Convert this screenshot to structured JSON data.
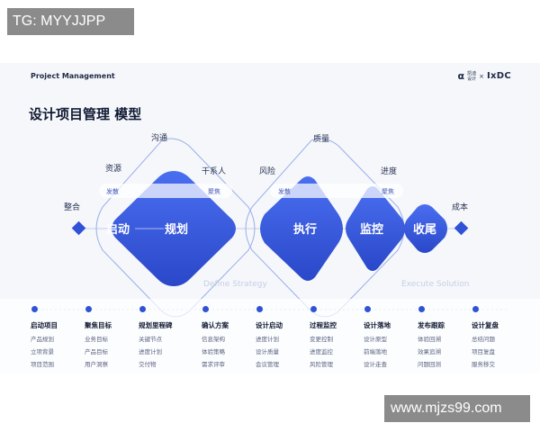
{
  "watermarks": {
    "top_left": "TG: MYYJJPP",
    "bottom_right": "www.mjzs99.com"
  },
  "header": {
    "title": "Project Management",
    "logo_mark": "α",
    "logo_text_1": "凯迪",
    "logo_text_2": "设计",
    "logo_cross": "×",
    "logo_ixdc": "IxDC"
  },
  "page_title": "设计项目管理 模型",
  "diagram": {
    "start_label": "整合",
    "end_label": "成本",
    "top_labels": {
      "goutong": "沟通",
      "ziyuan": "资源",
      "ganxiren": "干系人",
      "fengxian": "风险",
      "zhiliang": "质量",
      "jindu": "进度"
    },
    "shapes": {
      "qidong": "启动",
      "guihua": "规划",
      "zhixing": "执行",
      "jiankong": "监控",
      "shouwei": "收尾"
    },
    "mini_labels": {
      "fasan_1": "发散",
      "jujiao_1": "聚焦",
      "fasan_2": "发散",
      "jujiao_2": "聚焦"
    },
    "ghost_labels": {
      "define": "Define Strategy",
      "execute": "Execute Solution"
    }
  },
  "timeline": [
    {
      "title": "启动项目",
      "items": [
        "产品规划",
        "立项背景",
        "项目范围"
      ]
    },
    {
      "title": "聚焦目标",
      "items": [
        "业务目标",
        "产品目标",
        "用户洞察"
      ]
    },
    {
      "title": "规划里程碑",
      "items": [
        "关键节点",
        "进度计划",
        "交付物"
      ]
    },
    {
      "title": "确认方案",
      "items": [
        "信息架构",
        "体验策略",
        "需求评审"
      ]
    },
    {
      "title": "设计启动",
      "items": [
        "进度计划",
        "设计质量",
        "会议管理"
      ]
    },
    {
      "title": "过程监控",
      "items": [
        "变更控制",
        "进度监控",
        "风险管理"
      ]
    },
    {
      "title": "设计落地",
      "items": [
        "设计原型",
        "前端落地",
        "设计走查"
      ]
    },
    {
      "title": "发布跟踪",
      "items": [
        "体验回溯",
        "效果追溯",
        "问题回测"
      ]
    },
    {
      "title": "设计复盘",
      "items": [
        "总结问题",
        "项目复盘",
        "服务移交"
      ]
    }
  ],
  "colors": {
    "primary": "#2f52d6",
    "primary_light": "#4a6ef0",
    "outline": "#9aaee8"
  }
}
